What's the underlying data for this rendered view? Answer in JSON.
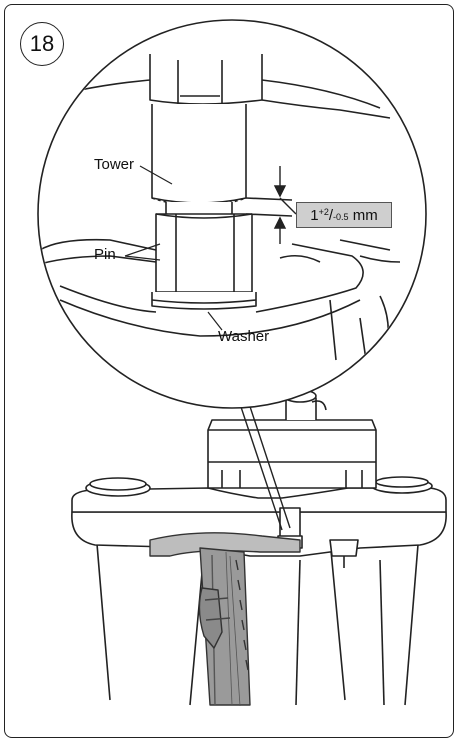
{
  "figure": {
    "step_number": "18",
    "labels": {
      "tower": "Tower",
      "pin": "Pin",
      "washer": "Washer"
    },
    "measurement": {
      "base": "1",
      "tol_upper": "+2",
      "sep": "/",
      "tol_lower": "-0.5",
      "unit": "mm"
    }
  }
}
